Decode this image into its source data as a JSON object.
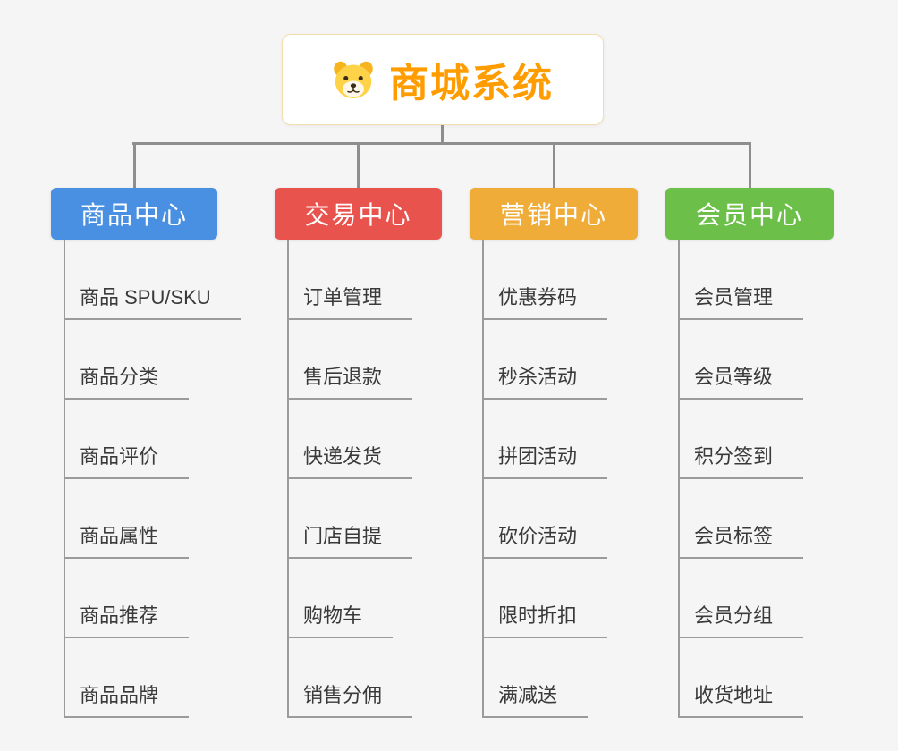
{
  "root": {
    "title": "商城系统",
    "icon": "dog-icon"
  },
  "branches": [
    {
      "label": "商品中心",
      "color": "#4a90e2",
      "children": [
        "商品 SPU/SKU",
        "商品分类",
        "商品评价",
        "商品属性",
        "商品推荐",
        "商品品牌"
      ]
    },
    {
      "label": "交易中心",
      "color": "#e9534e",
      "children": [
        "订单管理",
        "售后退款",
        "快递发货",
        "门店自提",
        "购物车",
        "销售分佣"
      ]
    },
    {
      "label": "营销中心",
      "color": "#efac38",
      "children": [
        "优惠券码",
        "秒杀活动",
        "拼团活动",
        "砍价活动",
        "限时折扣",
        "满减送"
      ]
    },
    {
      "label": "会员中心",
      "color": "#6cc04a",
      "children": [
        "会员管理",
        "会员等级",
        "积分签到",
        "会员标签",
        "会员分组",
        "收货地址"
      ]
    }
  ],
  "colors": {
    "background": "#f5f5f5",
    "connector": "#8e8e8e",
    "title": "#ff9d00",
    "leaf_text": "#3a3a3a"
  }
}
